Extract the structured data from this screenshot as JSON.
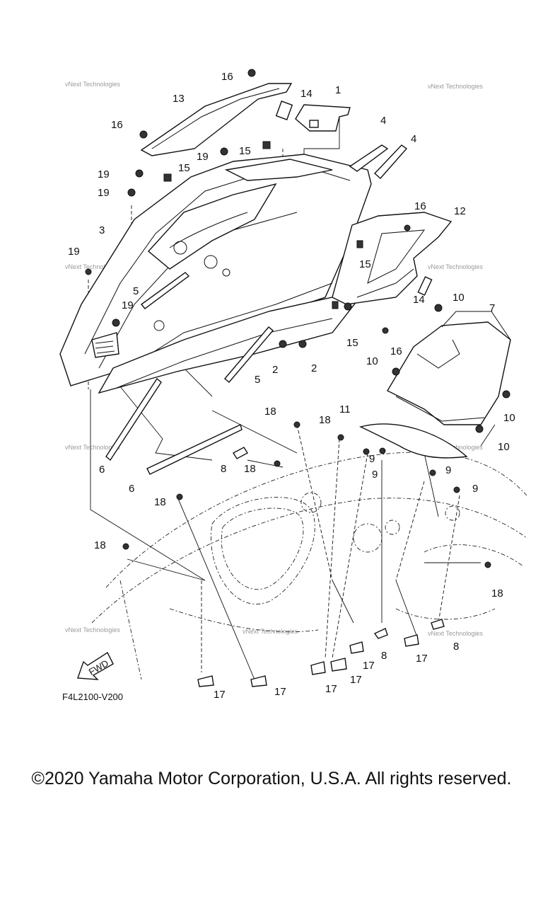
{
  "diagram": {
    "drawing_code": "F4L2100-V200",
    "direction_label": "FWD",
    "watermark_text": "vNext Technologies",
    "callouts": [
      {
        "id": "c1",
        "label": "1"
      },
      {
        "id": "c2a",
        "label": "2"
      },
      {
        "id": "c2b",
        "label": "2"
      },
      {
        "id": "c3",
        "label": "3"
      },
      {
        "id": "c4a",
        "label": "4"
      },
      {
        "id": "c4b",
        "label": "4"
      },
      {
        "id": "c5a",
        "label": "5"
      },
      {
        "id": "c5b",
        "label": "5"
      },
      {
        "id": "c6a",
        "label": "6"
      },
      {
        "id": "c6b",
        "label": "6"
      },
      {
        "id": "c7",
        "label": "7"
      },
      {
        "id": "c8a",
        "label": "8"
      },
      {
        "id": "c8b",
        "label": "8"
      },
      {
        "id": "c8c",
        "label": "8"
      },
      {
        "id": "c9a",
        "label": "9"
      },
      {
        "id": "c9b",
        "label": "9"
      },
      {
        "id": "c9c",
        "label": "9"
      },
      {
        "id": "c9d",
        "label": "9"
      },
      {
        "id": "c10a",
        "label": "10"
      },
      {
        "id": "c10b",
        "label": "10"
      },
      {
        "id": "c10c",
        "label": "10"
      },
      {
        "id": "c10d",
        "label": "10"
      },
      {
        "id": "c11",
        "label": "11"
      },
      {
        "id": "c12",
        "label": "12"
      },
      {
        "id": "c13",
        "label": "13"
      },
      {
        "id": "c14a",
        "label": "14"
      },
      {
        "id": "c14b",
        "label": "14"
      },
      {
        "id": "c15a",
        "label": "15"
      },
      {
        "id": "c15b",
        "label": "15"
      },
      {
        "id": "c15c",
        "label": "15"
      },
      {
        "id": "c15d",
        "label": "15"
      },
      {
        "id": "c16a",
        "label": "16"
      },
      {
        "id": "c16b",
        "label": "16"
      },
      {
        "id": "c16c",
        "label": "16"
      },
      {
        "id": "c16d",
        "label": "16"
      },
      {
        "id": "c17a",
        "label": "17"
      },
      {
        "id": "c17b",
        "label": "17"
      },
      {
        "id": "c17c",
        "label": "17"
      },
      {
        "id": "c17d",
        "label": "17"
      },
      {
        "id": "c17e",
        "label": "17"
      },
      {
        "id": "c17f",
        "label": "17"
      },
      {
        "id": "c18a",
        "label": "18"
      },
      {
        "id": "c18b",
        "label": "18"
      },
      {
        "id": "c18c",
        "label": "18"
      },
      {
        "id": "c18d",
        "label": "18"
      },
      {
        "id": "c18e",
        "label": "18"
      },
      {
        "id": "c18f",
        "label": "18"
      },
      {
        "id": "c19a",
        "label": "19"
      },
      {
        "id": "c19b",
        "label": "19"
      },
      {
        "id": "c19c",
        "label": "19"
      },
      {
        "id": "c19d",
        "label": "19"
      },
      {
        "id": "c19e",
        "label": "19"
      }
    ]
  },
  "footer": {
    "copyright": "©2020 Yamaha Motor Corporation, U.S.A. All rights reserved."
  }
}
